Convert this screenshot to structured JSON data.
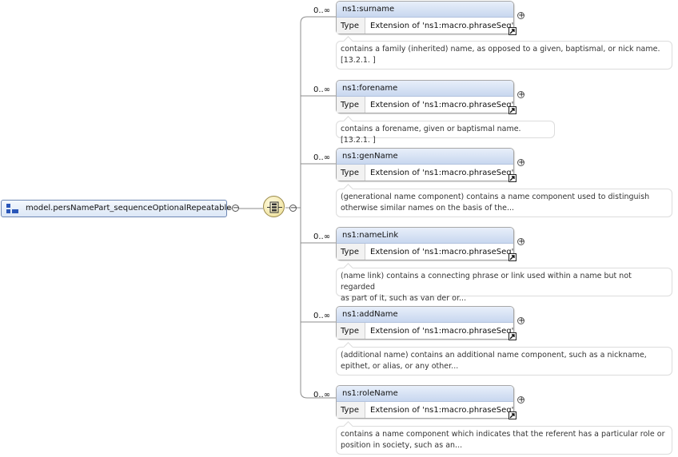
{
  "group": {
    "label": "model.persNamePart_sequenceOptionalRepeatable",
    "icon": "model-group-icon"
  },
  "compositor": {
    "icon": "sequence-compositor-icon",
    "collapse_symbol": "−"
  },
  "colors": {
    "header_gradient_top": "#e8effa",
    "header_gradient_bottom": "#c8d7ef",
    "compositor_fill": "#f2e6a8",
    "connector": "#8c8c8c"
  },
  "elements": [
    {
      "occurrence": "0..∞",
      "name": "ns1:surname",
      "type_label": "Type",
      "type_value": "Extension of 'ns1:macro.phraseSeq'",
      "expand_symbol": "+",
      "doc": [
        "contains a family (inherited) name, as opposed to a given, baptismal, or nick name.",
        "[13.2.1. ]"
      ]
    },
    {
      "occurrence": "0..∞",
      "name": "ns1:forename",
      "type_label": "Type",
      "type_value": "Extension of 'ns1:macro.phraseSeq'",
      "expand_symbol": "+",
      "doc": [
        "contains a forename, given or baptismal name. [13.2.1. ]"
      ]
    },
    {
      "occurrence": "0..∞",
      "name": "ns1:genName",
      "type_label": "Type",
      "type_value": "Extension of 'ns1:macro.phraseSeq'",
      "expand_symbol": "+",
      "doc": [
        "(generational name component) contains a name component used to distinguish",
        "otherwise similar names on the basis of the..."
      ]
    },
    {
      "occurrence": "0..∞",
      "name": "ns1:nameLink",
      "type_label": "Type",
      "type_value": "Extension of 'ns1:macro.phraseSeq'",
      "expand_symbol": "+",
      "doc": [
        "(name link) contains a connecting phrase or link used within a name but not regarded",
        "as part of it, such as van der or..."
      ]
    },
    {
      "occurrence": "0..∞",
      "name": "ns1:addName",
      "type_label": "Type",
      "type_value": "Extension of 'ns1:macro.phraseSeq'",
      "expand_symbol": "+",
      "doc": [
        "(additional name) contains an additional name component, such as a nickname,",
        "epithet, or alias, or any other..."
      ]
    },
    {
      "occurrence": "0..∞",
      "name": "ns1:roleName",
      "type_label": "Type",
      "type_value": "Extension of 'ns1:macro.phraseSeq'",
      "expand_symbol": "+",
      "doc": [
        "contains a name component which indicates that the referent has a particular role or",
        "position in society, such as an..."
      ]
    }
  ]
}
